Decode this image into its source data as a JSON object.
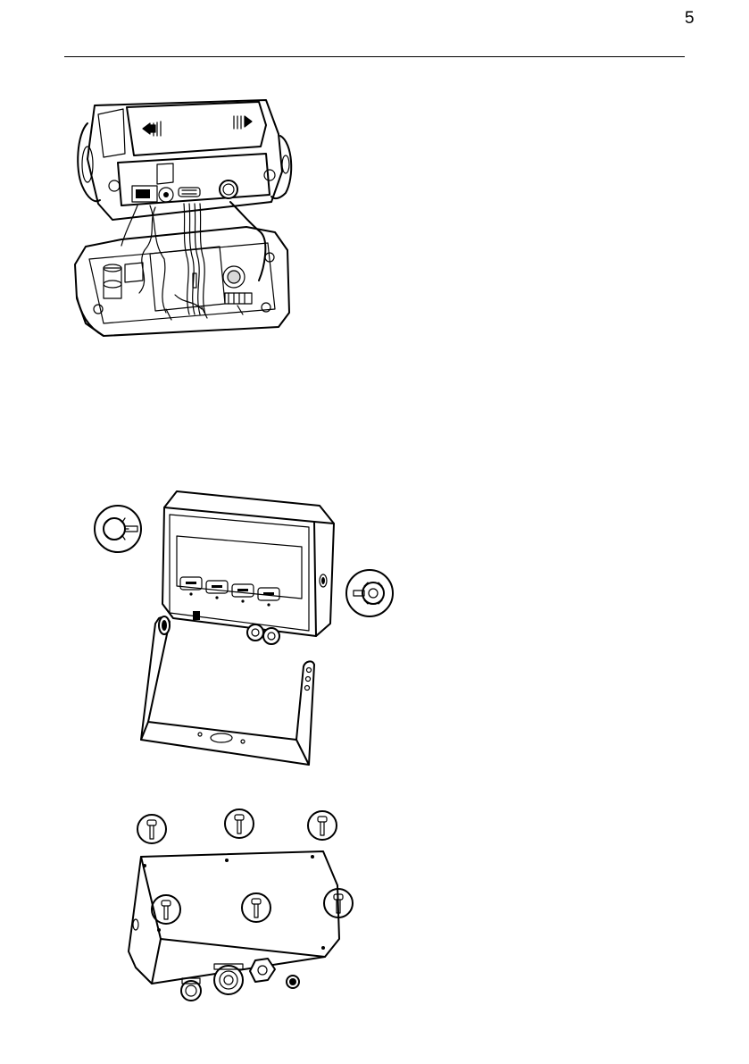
{
  "page": {
    "number": "5"
  },
  "figures": [
    {
      "id": "fig-indicator-open-housing",
      "icon": "indicator-rear-housing-open-with-wiring"
    },
    {
      "id": "fig-indicator-bracket-mount",
      "icon": "indicator-with-bracket-and-knobs"
    },
    {
      "id": "fig-indicator-back-cover-screws",
      "icon": "indicator-back-cover-with-screws"
    }
  ],
  "colors": {
    "line": "#000000",
    "background": "#ffffff"
  }
}
